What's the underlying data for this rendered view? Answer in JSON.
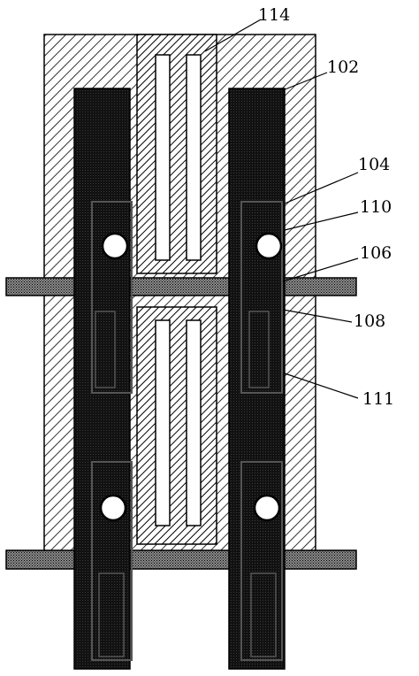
{
  "labels": {
    "l114": "114",
    "l102": "102",
    "l104": "104",
    "l110": "110",
    "l106": "106",
    "l108": "108",
    "l111": "111"
  },
  "colors": {
    "line": "#000000",
    "dark": "#111111",
    "background": "#ffffff"
  }
}
